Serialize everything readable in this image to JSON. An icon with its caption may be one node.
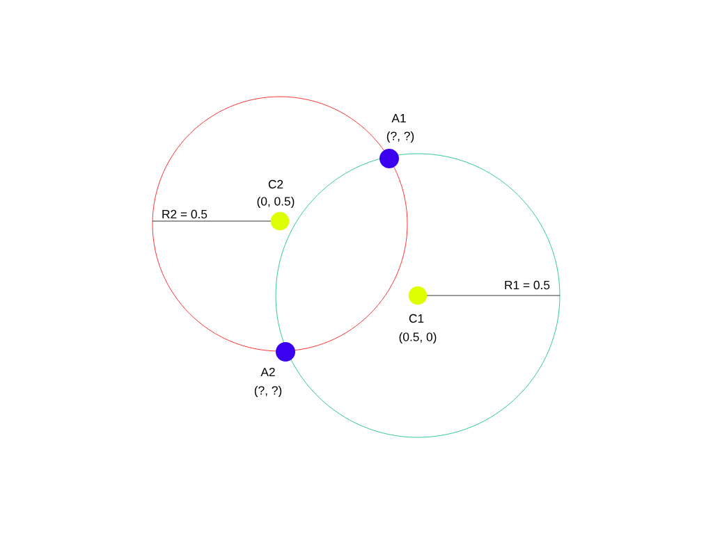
{
  "diagram": {
    "nodes": [
      {
        "text": [],
        "shape": "circle",
        "beside": [
          "A1",
          "(?, ?)"
        ]
      },
      {
        "text": [],
        "shape": "circle",
        "beside": [
          "C2",
          "(0, 0.5)"
        ]
      },
      {
        "text": [],
        "shape": "circle",
        "beside": [
          "C1",
          "(0.5, 0)"
        ]
      },
      {
        "text": [],
        "shape": "circle",
        "beside": [
          "A2",
          "(?, ?)"
        ]
      }
    ],
    "labels": [
      "R2 = 0.5",
      "R1 = 0.5"
    ]
  }
}
